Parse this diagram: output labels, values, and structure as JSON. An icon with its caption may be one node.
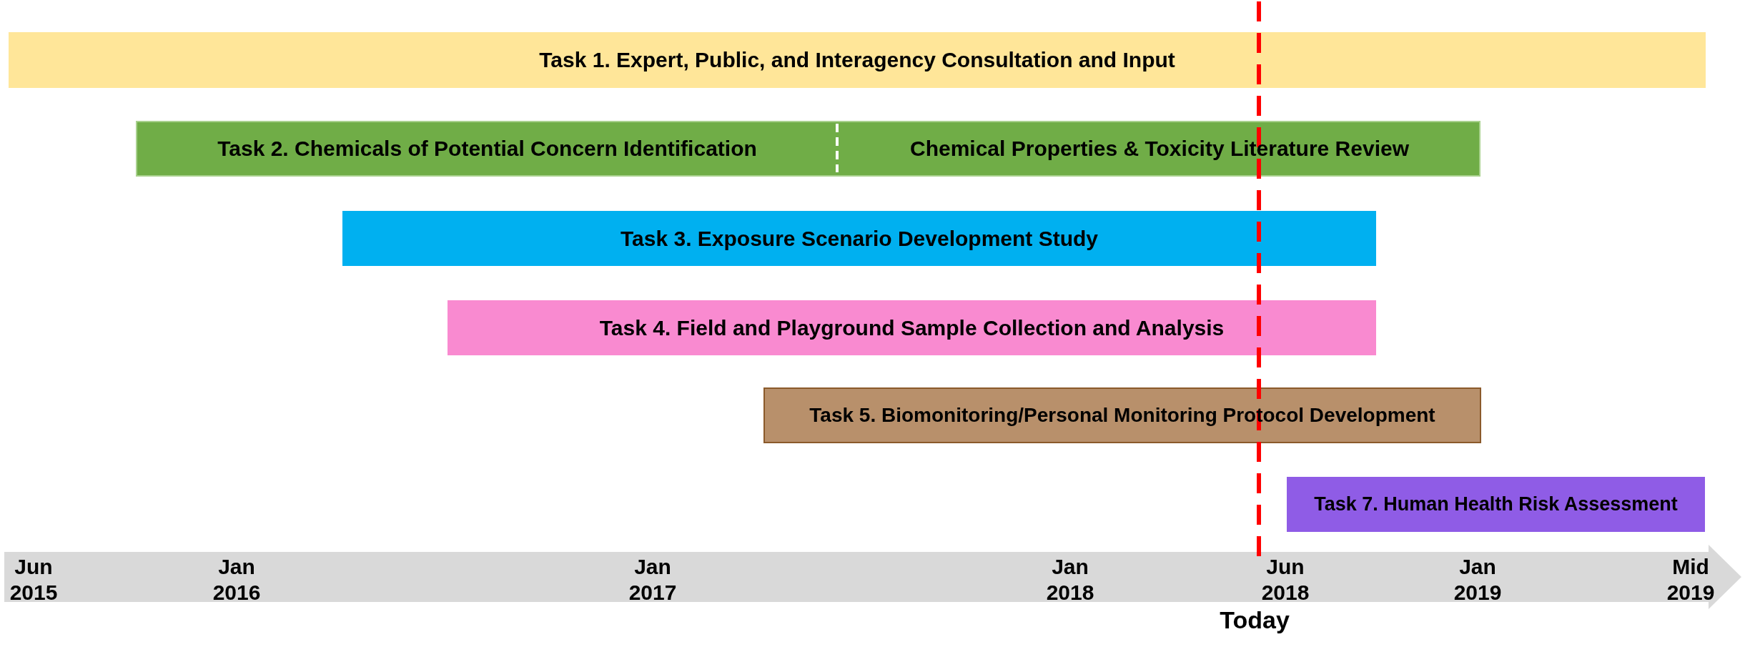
{
  "diagram": {
    "nodes": [
      {
        "text": [
          "Task 1. Expert, Public, and Interagency Consultation and Input"
        ]
      },
      {
        "text": [
          "Task 2. Chemicals of Potential Concern Identification",
          "Chemical Properties & Toxicity Literature Review"
        ]
      },
      {
        "text": [
          "Task 3. Exposure Scenario Development Study"
        ]
      },
      {
        "text": [
          "Task 4. Field and Playground Sample Collection and Analysis"
        ]
      },
      {
        "text": [
          "Task 5. Biomonitoring/Personal Monitoring Protocol Development"
        ]
      },
      {
        "text": [
          "Task 7. Human Health Risk Assessment"
        ]
      }
    ],
    "edges": [],
    "labels": [
      "Jun 2015",
      "Jan 2016",
      "Jan 2017",
      "Jan 2018",
      "Jun 2018",
      "Jan 2019",
      "Mid 2019",
      "Today"
    ]
  }
}
